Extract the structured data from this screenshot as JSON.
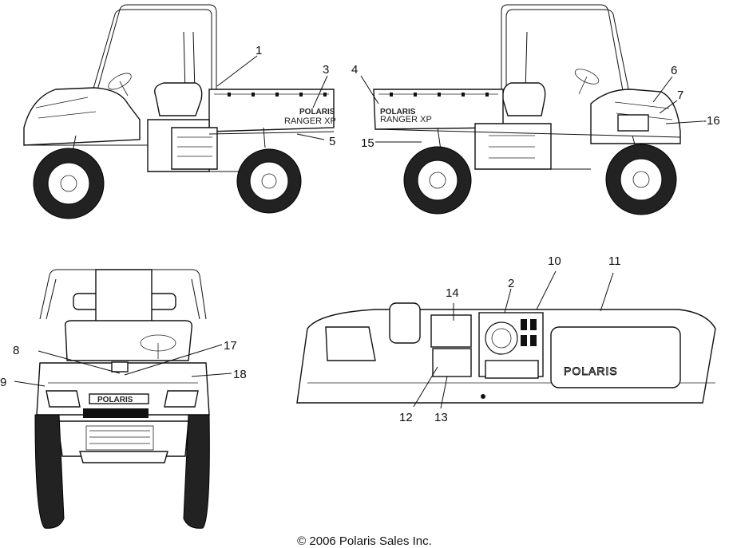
{
  "callouts": {
    "c1": "1",
    "c2": "2",
    "c3": "3",
    "c4": "4",
    "c5": "5",
    "c6": "6",
    "c7": "7",
    "c8": "8",
    "c9": "9",
    "c10": "10",
    "c11": "11",
    "c12": "12",
    "c13": "13",
    "c14": "14",
    "c15": "15",
    "c16": "-16",
    "c17": "17",
    "c18": "18"
  },
  "decals": {
    "polaris_small": "POLARIS",
    "ranger_left": "RANGER XP",
    "ranger_right": "RANGER XP",
    "polaris_front": "POLARIS",
    "polaris_dash": "POLARIS"
  },
  "copyright": "© 2006 Polaris Sales Inc."
}
